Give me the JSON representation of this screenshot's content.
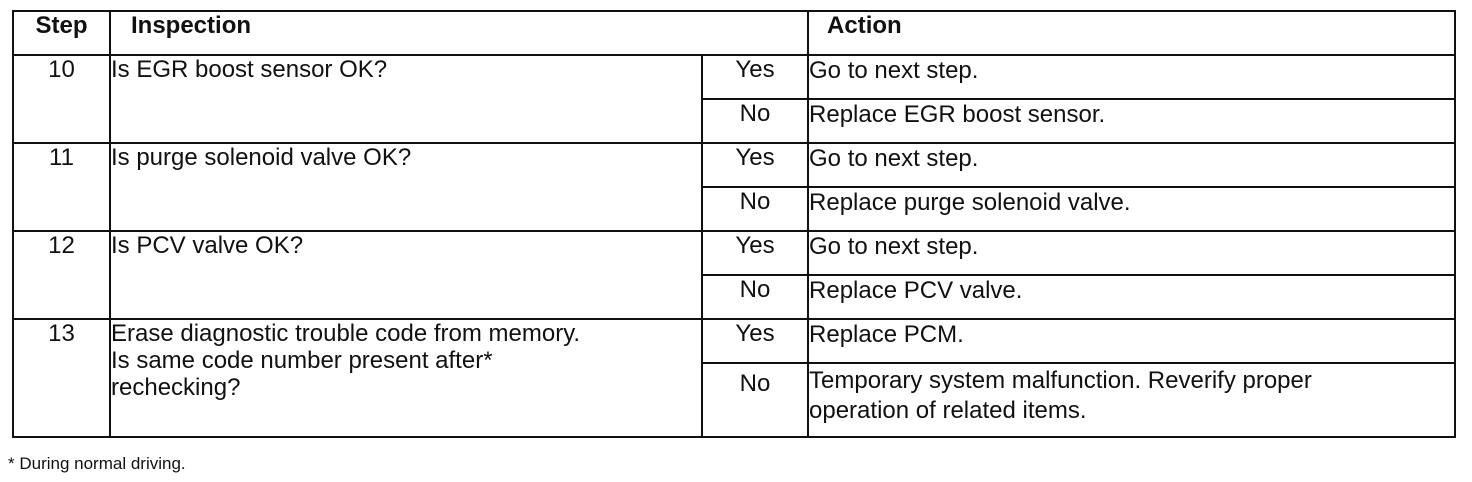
{
  "headers": {
    "step": "Step",
    "inspection": "Inspection",
    "action": "Action"
  },
  "rows": [
    {
      "step": "10",
      "inspection": "Is EGR boost sensor OK?",
      "yes": "Yes",
      "yes_action": "Go to next step.",
      "no": "No",
      "no_action": "Replace EGR boost sensor."
    },
    {
      "step": "11",
      "inspection": "Is purge solenoid valve OK?",
      "yes": "Yes",
      "yes_action": "Go to next step.",
      "no": "No",
      "no_action": "Replace purge solenoid valve."
    },
    {
      "step": "12",
      "inspection": "Is PCV valve OK?",
      "yes": "Yes",
      "yes_action": "Go to next step.",
      "no": "No",
      "no_action": "Replace PCV valve."
    },
    {
      "step": "13",
      "inspection_line1": "Erase diagnostic trouble code from memory.",
      "inspection_line2": "Is same code number present after*",
      "inspection_line3": "rechecking?",
      "yes": "Yes",
      "yes_action": "Replace PCM.",
      "no": "No",
      "no_action_line1": "Temporary system malfunction.  Reverify proper",
      "no_action_line2": "operation of related items."
    }
  ],
  "footnote": "* During normal driving."
}
